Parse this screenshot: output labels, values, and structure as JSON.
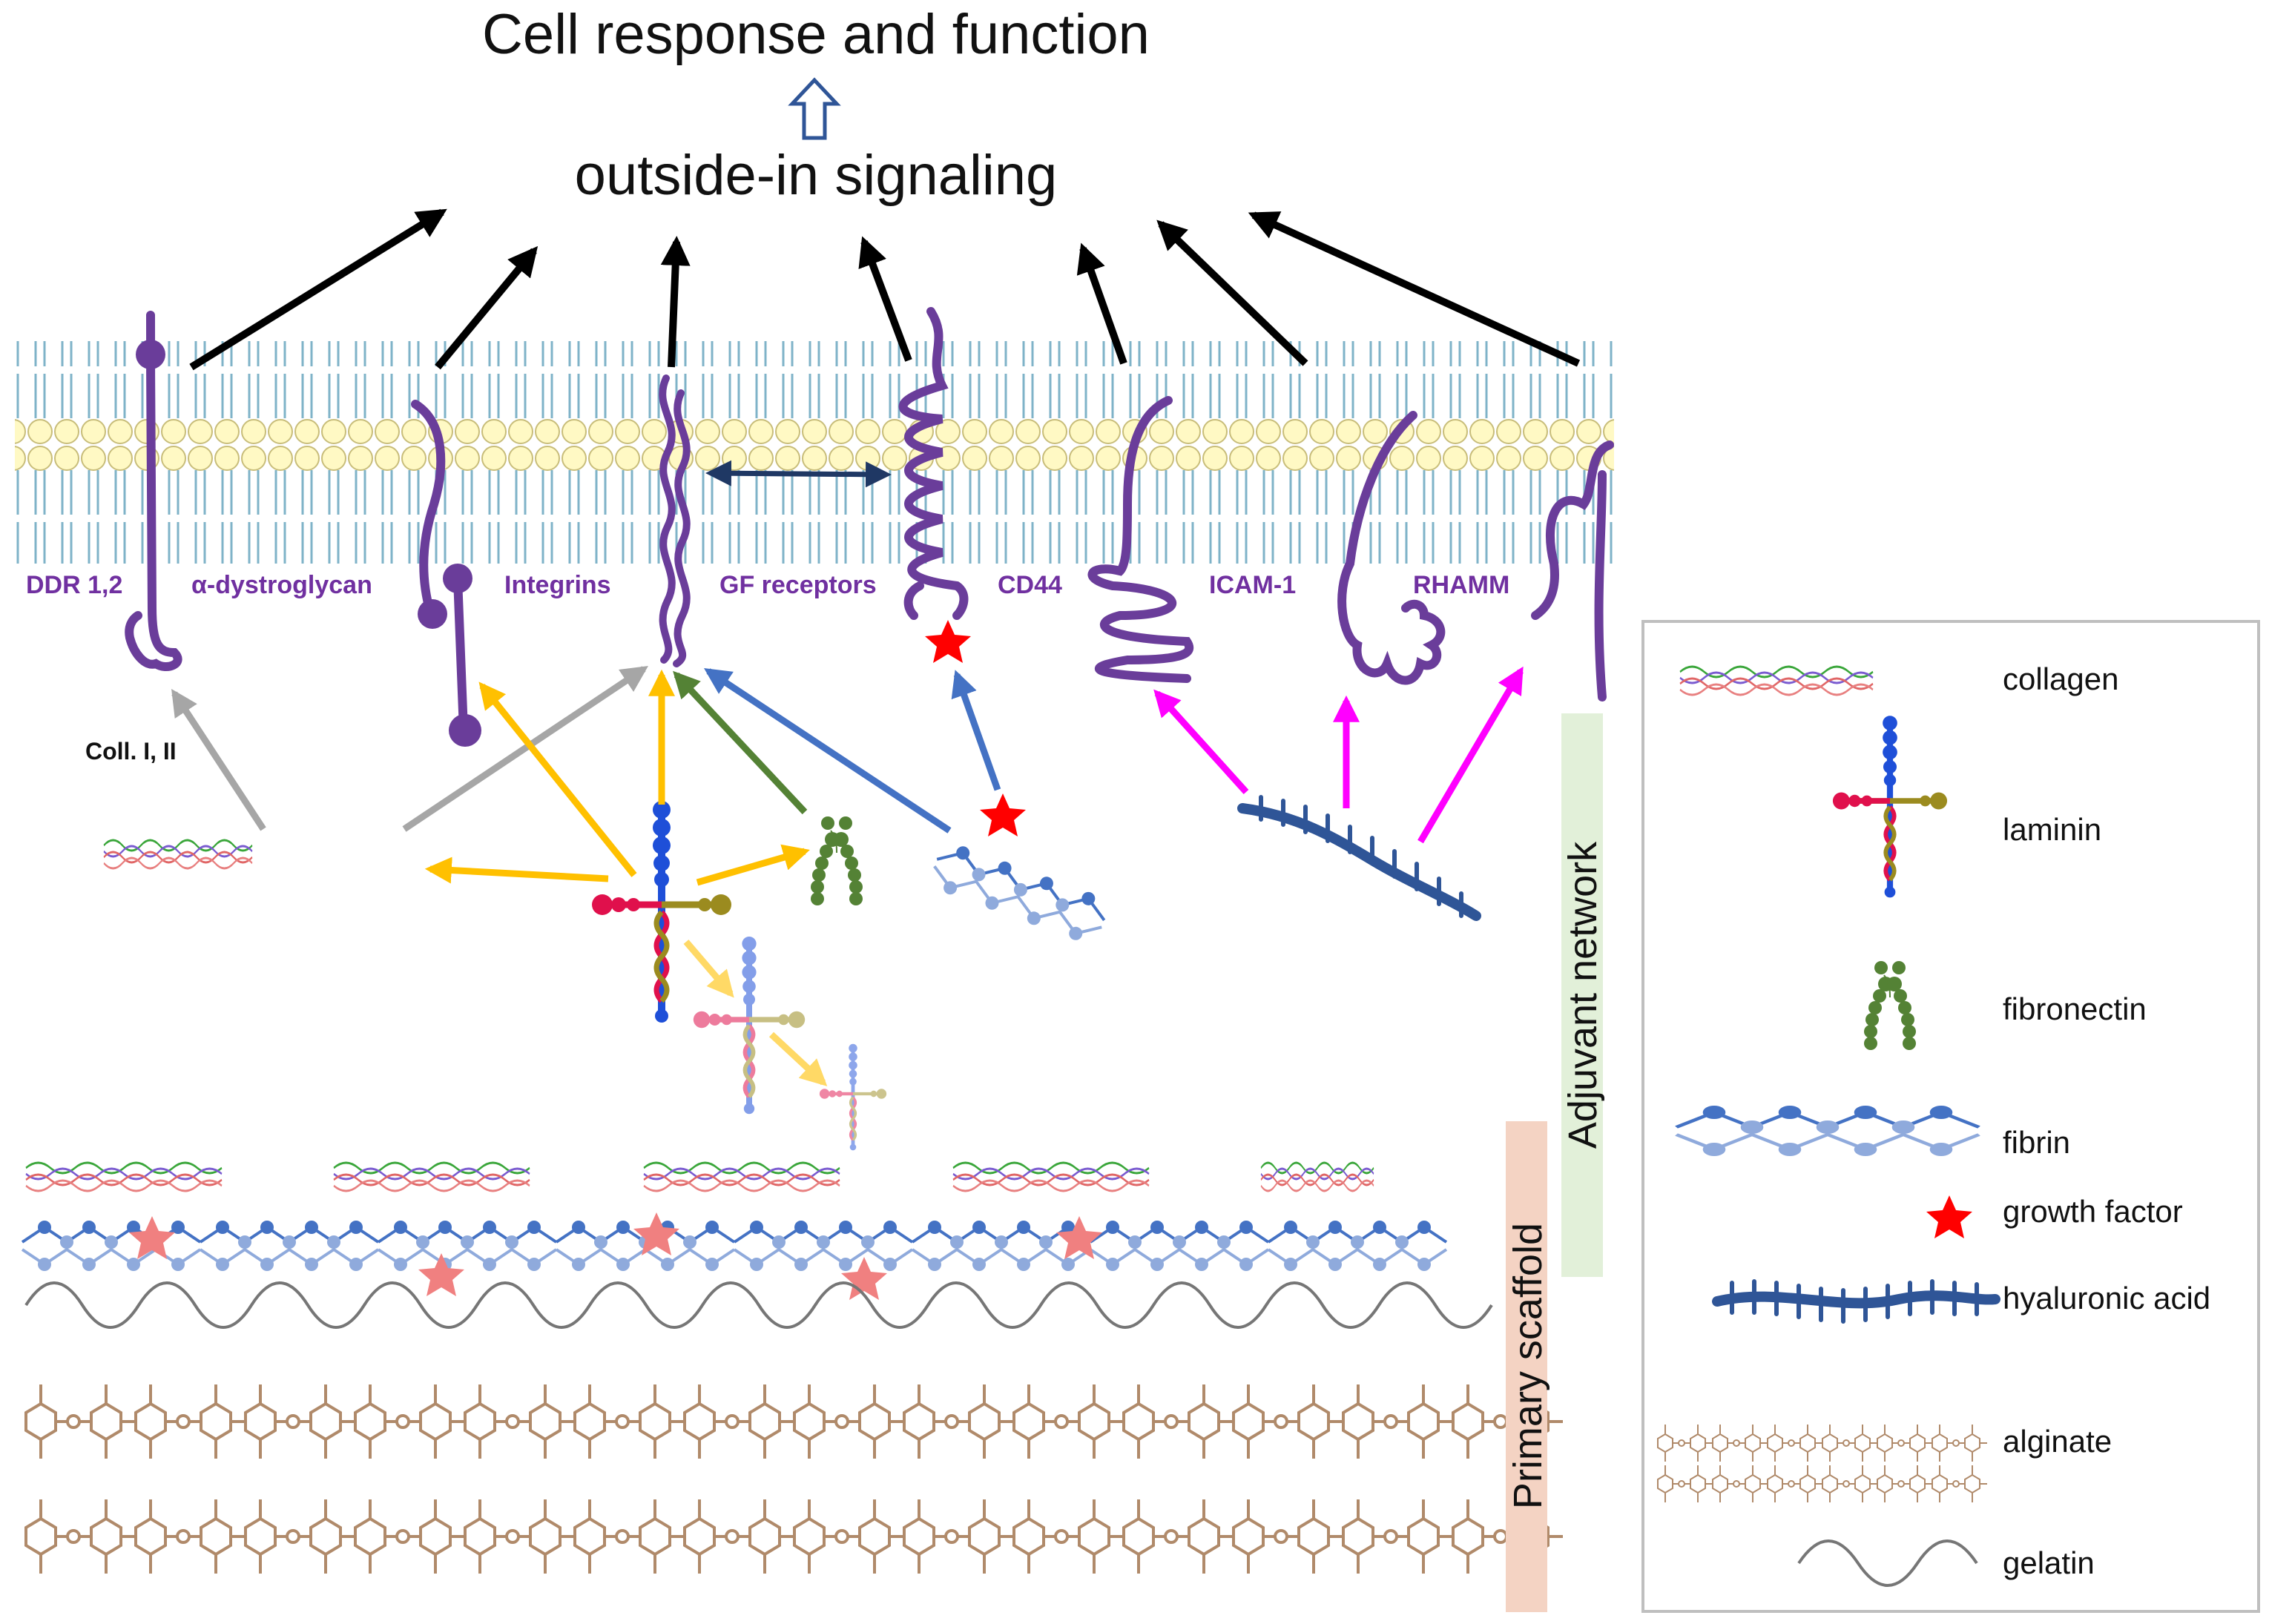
{
  "header": {
    "title": "Cell response and function",
    "subtitle": "outside-in signaling"
  },
  "receptors": [
    {
      "id": "ddr",
      "label": "DDR 1,2"
    },
    {
      "id": "dystroglycan",
      "label": "α-dystroglycan"
    },
    {
      "id": "integrins",
      "label": "Integrins"
    },
    {
      "id": "gf_receptors",
      "label": "GF receptors"
    },
    {
      "id": "cd44",
      "label": "CD44"
    },
    {
      "id": "icam",
      "label": "ICAM-1"
    },
    {
      "id": "rhamm",
      "label": "RHAMM"
    }
  ],
  "annotations": {
    "collagen_note": "Coll. I, II"
  },
  "layers": {
    "adjuvant": "Adjuvant network",
    "primary": "Primary scaffold"
  },
  "legend": {
    "items": [
      {
        "key": "collagen",
        "label": "collagen"
      },
      {
        "key": "laminin",
        "label": "laminin"
      },
      {
        "key": "fibronectin",
        "label": "fibronectin"
      },
      {
        "key": "fibrin",
        "label": "fibrin"
      },
      {
        "key": "growth_factor",
        "label": "growth factor"
      },
      {
        "key": "hyaluronic_acid",
        "label": "hyaluronic acid"
      },
      {
        "key": "alginate",
        "label": "alginate"
      },
      {
        "key": "gelatin",
        "label": "gelatin"
      }
    ]
  },
  "colors": {
    "membrane_head": "#fff9c4",
    "membrane_head_stroke": "#c8bd7a",
    "membrane_tail": "#7fb3c8",
    "receptor": "#6a3d9a",
    "signal_arrow": "#000000",
    "collagen_arrow": "#a6a6a6",
    "laminin_arrow": "#ffc000",
    "fibronectin_arrow": "#548235",
    "fibrin_arrow": "#4472c4",
    "ha_arrow": "#ff00ff",
    "growth_factor": "#ff0000",
    "hyaluronic_acid": "#2f5597",
    "alginate": "#b08a6a",
    "gelatin": "#767676",
    "adjuvant_band": "#e2f0d9",
    "primary_band": "#f4d3c3"
  }
}
